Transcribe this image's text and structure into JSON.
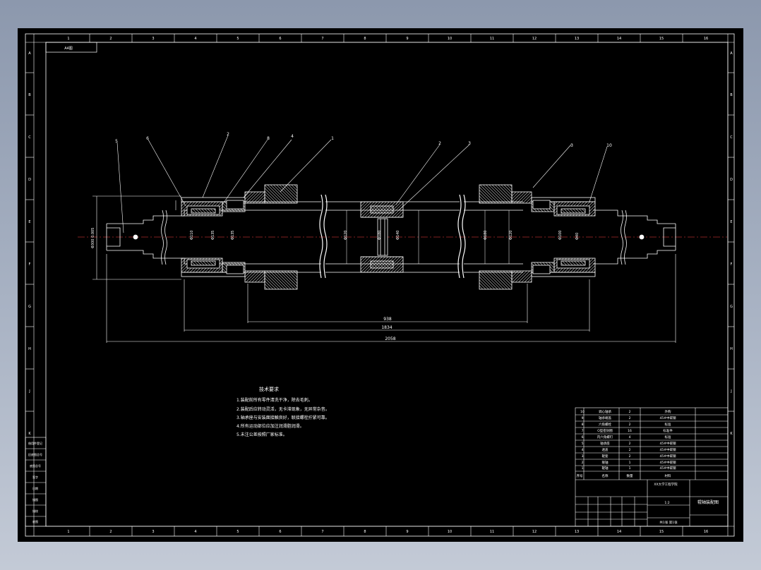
{
  "drawing_title_box": "A4图",
  "border": {
    "top_columns": [
      "1",
      "2",
      "3",
      "4",
      "5",
      "6",
      "7",
      "8",
      "9",
      "10",
      "11",
      "12",
      "13",
      "14",
      "15",
      "16"
    ],
    "side_rows": [
      "A",
      "B",
      "C",
      "D",
      "E",
      "F",
      "G",
      "H",
      "J",
      "K"
    ]
  },
  "balloons": [
    "5",
    "6",
    "2",
    "8",
    "4",
    "1",
    "2",
    "3",
    "3",
    "10"
  ],
  "dimensions": {
    "overall_length": "2058",
    "middle_length": "1834",
    "inner_length": "938",
    "left_vertical": "Φ300 0.005",
    "shaft_diams": [
      "Φ110",
      "Φ135",
      "Φ135",
      "Φ120",
      "Φ180",
      "Φ140",
      "Φ180",
      "Φ120",
      "Φ100",
      "Φ40"
    ]
  },
  "notes": {
    "title": "技术要求",
    "items": [
      "1.装配前所有零件清洗干净，除去毛刺。",
      "2.装配后应转动灵活，无卡滞现象，无异常杂音。",
      "3.轴承座与安装面接触良好，联接螺栓拧紧可靠。",
      "4.所有运动部位应加注润滑脂润滑。",
      "5.未注公差按照厂家标准。"
    ]
  },
  "bom": {
    "rows": [
      {
        "no": "10",
        "name": "调心轴承",
        "qty": "2",
        "material": "外购"
      },
      {
        "no": "9",
        "name": "轴承端盖",
        "qty": "2",
        "material": "45#中碳钢"
      },
      {
        "no": "8",
        "name": "六角螺栓",
        "qty": "2",
        "material": "标准"
      },
      {
        "no": "7",
        "name": "O型密封圈",
        "qty": "16",
        "material": "标准件"
      },
      {
        "no": "6",
        "name": "内六角螺钉",
        "qty": "4",
        "material": "标准"
      },
      {
        "no": "5",
        "name": "轴承座",
        "qty": "2",
        "material": "45#中碳钢"
      },
      {
        "no": "4",
        "name": "透盖",
        "qty": "2",
        "material": "45#中碳钢"
      },
      {
        "no": "3",
        "name": "辊套",
        "qty": "2",
        "material": "45#中碳钢"
      },
      {
        "no": "2",
        "name": "联轴",
        "qty": "1",
        "material": "45#中碳钢"
      },
      {
        "no": "1",
        "name": "辊轴",
        "qty": "1",
        "material": "45#中碳钢"
      }
    ],
    "header": {
      "no": "序号",
      "name": "名称",
      "qty": "数量",
      "material": "材料"
    },
    "school": "XX大学工程学院",
    "drawing_name": "辊轴装配图",
    "scale": "1:2",
    "sheet": "共1张 第1张"
  },
  "left_strip": [
    "借用件登记",
    "旧底图总号",
    "底图总号",
    "签字",
    "日期",
    "描图",
    "描校",
    "底图"
  ]
}
